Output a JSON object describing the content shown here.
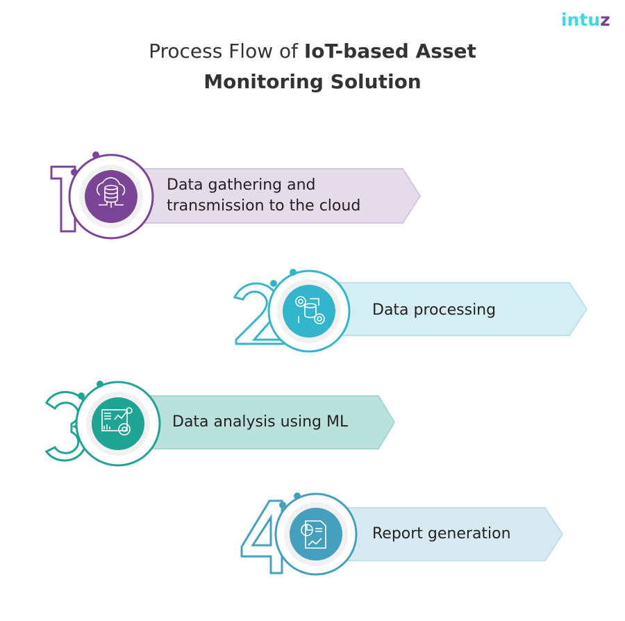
{
  "brand": {
    "logo_main": "intu",
    "logo_accent": "z"
  },
  "header": {
    "title_regular": "Process Flow of ",
    "title_bold_line1": "IoT-based Asset",
    "title_bold_line2": "Monitoring Solution"
  },
  "colors": {
    "step1": "#7b4595",
    "step1_banner": "#e5dcea",
    "step2": "#33b5cd",
    "step2_banner": "#d4eef4",
    "step3": "#1fa393",
    "step3_banner": "#b9e2dc",
    "step4": "#44a0bd",
    "step4_banner": "#d7eaf1",
    "logo": "#3fd8e6"
  },
  "steps": [
    {
      "number": "1",
      "icon": "cloud-database-icon",
      "line1": "Data gathering and",
      "line2": "transmission to the cloud"
    },
    {
      "number": "2",
      "icon": "data-processing-gears-icon",
      "line1": "Data processing"
    },
    {
      "number": "3",
      "icon": "analytics-dashboard-icon",
      "line1": "Data analysis using ML"
    },
    {
      "number": "4",
      "icon": "report-document-icon",
      "line1": "Report generation"
    }
  ]
}
